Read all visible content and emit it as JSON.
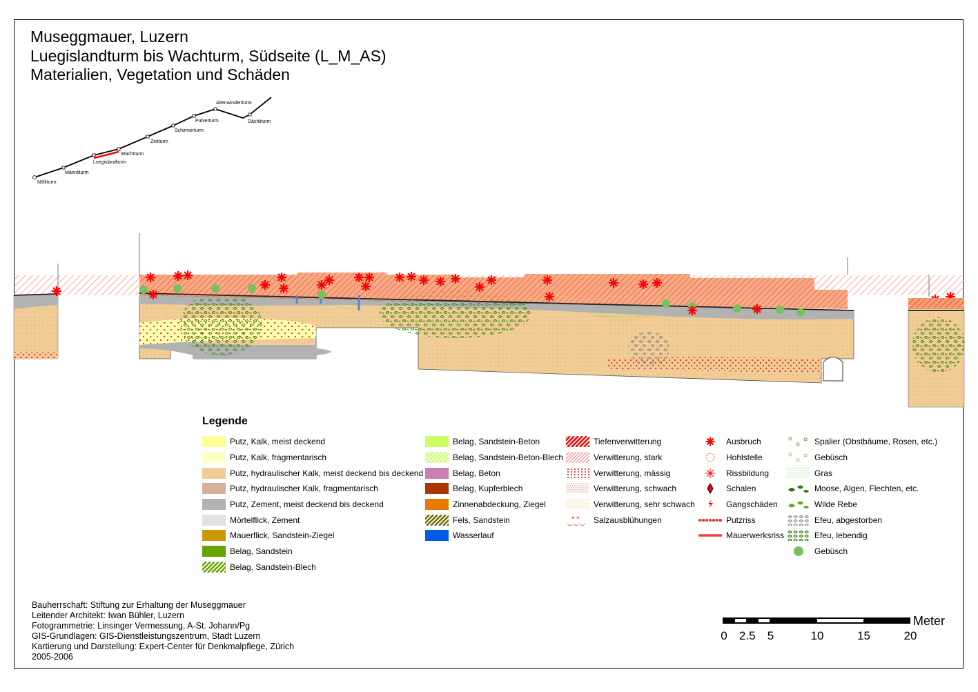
{
  "title": {
    "line1": "Museggmauer, Luzern",
    "line2": "Luegislandturm bis Wachturm, Südseite (L_M_AS)",
    "line3": "Materialien, Vegetation und Schäden"
  },
  "overview_map": {
    "towers": [
      "Nölliturm",
      "Männliturm",
      "Luegislandturm",
      "Wachtturm",
      "Zeitturm",
      "Schirmerturm",
      "Pulverturm",
      "Allenwindenturm",
      "Dächliturm"
    ],
    "highlight_color": "#ff0000"
  },
  "legend": {
    "title": "Legende",
    "columns": [
      [
        {
          "label": "Putz, Kalk, meist deckend",
          "swatch": "solid",
          "color": "#ffff99"
        },
        {
          "label": "Putz, Kalk, fragmentarisch",
          "swatch": "solid",
          "color": "#ffffc8"
        },
        {
          "label": "Putz, hydraulischer Kalk, meist deckend bis deckend",
          "swatch": "solid",
          "color": "#f0cc96"
        },
        {
          "label": "Putz, hydraulischer Kalk, fragmentarisch",
          "swatch": "solid",
          "color": "#d7b09c"
        },
        {
          "label": "Putz, Zement, meist deckend bis deckend",
          "swatch": "solid",
          "color": "#b2b2b2"
        },
        {
          "label": "Mörtelflick, Zement",
          "swatch": "solid",
          "color": "#e1e1e1"
        },
        {
          "label": "Mauerflick, Sandstein-Ziegel",
          "swatch": "solid",
          "color": "#cc9900"
        },
        {
          "label": "Belag, Sandstein",
          "swatch": "solid",
          "color": "#66a300"
        },
        {
          "label": "Belag, Sandstein-Blech",
          "swatch": "hatch",
          "color": "#66a300"
        }
      ],
      [
        {
          "label": "Belag, Sandstein-Beton",
          "swatch": "solid",
          "color": "#ccff66"
        },
        {
          "label": "Belag, Sandstein-Beton-Blech",
          "swatch": "hatch",
          "color": "#ccff66"
        },
        {
          "label": "Belag, Beton",
          "swatch": "solid",
          "color": "#c87fb4"
        },
        {
          "label": "Belag, Kupferblech",
          "swatch": "solid",
          "color": "#a83800"
        },
        {
          "label": "Zinnenabdeckung, Ziegel",
          "swatch": "solid",
          "color": "#e67a00"
        },
        {
          "label": "Fels, Sandstein",
          "swatch": "hatch",
          "color": "#6b6b00"
        },
        {
          "label": "Wasserlauf",
          "swatch": "solid",
          "color": "#005ce6"
        }
      ],
      [
        {
          "label": "Tiefenverwitterung",
          "swatch": "hatch",
          "color": "#ff0000"
        },
        {
          "label": "Verwitterung, stark",
          "swatch": "thinhatch",
          "color": "#ff7777"
        },
        {
          "label": "Verwitterung, mässig",
          "swatch": "dots",
          "color": "#ff0000"
        },
        {
          "label": "Verwitterung, schwach",
          "swatch": "finedots",
          "color": "#ff4444"
        },
        {
          "label": "Verwitterung, sehr schwach",
          "swatch": "finedots",
          "color": "#ffaa33"
        },
        {
          "label": "Salzausblühungen",
          "swatch": "salt",
          "color": "#ff0000"
        }
      ],
      [
        {
          "label": "Ausbruch",
          "swatch": "star",
          "color": "#ff0000"
        },
        {
          "label": "Hohlstelle",
          "swatch": "hollowstar",
          "color": "#ff6666"
        },
        {
          "label": "Rissbildung",
          "swatch": "thinstar",
          "color": "#ff0000"
        },
        {
          "label": "Schalen",
          "swatch": "diamond",
          "color": "#ff0000"
        },
        {
          "label": "Gangschäden",
          "swatch": "bolt",
          "color": "#ff0000"
        },
        {
          "label": "Putzriss",
          "swatch": "dashline",
          "color": "#e83030"
        },
        {
          "label": "Mauerwerksriss",
          "swatch": "line",
          "color": "#f04040"
        }
      ],
      [
        {
          "label": "Spalier (Obstbäume, Rosen, etc.)",
          "swatch": "rings",
          "color": "#b07040"
        },
        {
          "label": "Gebüsch",
          "swatch": "rings",
          "color": "#88cc66"
        },
        {
          "label": "Gras",
          "swatch": "finedots",
          "color": "#88cc66"
        },
        {
          "label": "Moose, Algen, Flechten, etc.",
          "swatch": "blobs",
          "color": "#2d7a00"
        },
        {
          "label": "Wilde Rebe",
          "swatch": "blobs",
          "color": "#66aa22"
        },
        {
          "label": "Efeu, abgestorben",
          "swatch": "ivy",
          "color": "#888888"
        },
        {
          "label": "Efeu, lebendig",
          "swatch": "ivy",
          "color": "#2d7a00"
        },
        {
          "label": "Gebüsch",
          "swatch": "bush",
          "color": "#77c060"
        }
      ]
    ]
  },
  "credits": [
    "Bauherrschaft: Stiftung zur Erhaltung der Museggmauer",
    "Leitender Architekt: Iwan Bühler, Luzern",
    "Fotogrammetrie: Linsinger Vermessung, A-St. Johann/Pg",
    "GIS-Grundlagen: GIS-Dienstleistungszentrum, Stadt Luzern",
    "Kartierung und Darstellung: Expert-Center für Denkmalpflege, Zürich",
    "2005-2006"
  ],
  "scale_bar": {
    "unit": "Meter",
    "ticks": [
      "0",
      "2.5",
      "5",
      "10",
      "15",
      "20"
    ],
    "tick_values": [
      0,
      2.5,
      5,
      10,
      15,
      20
    ]
  }
}
